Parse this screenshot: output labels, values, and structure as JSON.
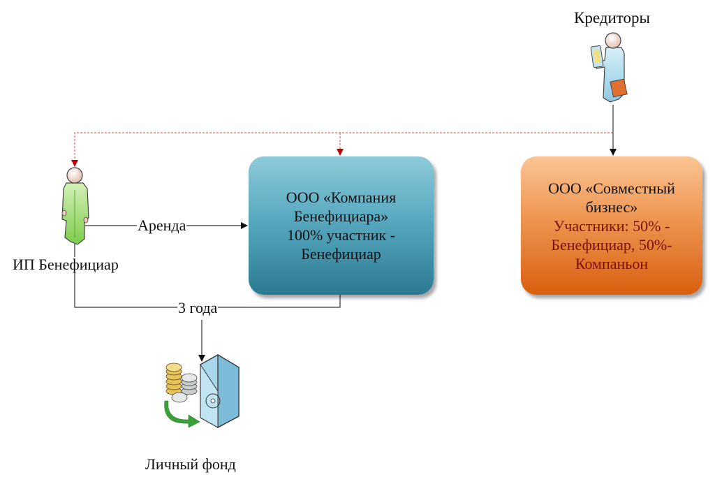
{
  "nodes": {
    "creditors": {
      "label": "Кредиторы",
      "icon": "businessman-person-icon"
    },
    "ip_beneficiary": {
      "label": "ИП Бенефициар",
      "icon": "person-icon"
    },
    "company": {
      "lines": [
        "ООО «Компания",
        "Бенефициара»",
        "100% участник -",
        "Бенефициар"
      ]
    },
    "joint_business": {
      "title_lines": [
        "ООО «Совместный",
        "бизнес»"
      ],
      "detail_lines": [
        "Участники: 50% -",
        "Бенефициар, 50%-",
        "Компаньон"
      ]
    },
    "personal_fund": {
      "label": "Личный фонд",
      "icon": "safe-with-coins-icon"
    }
  },
  "edges": {
    "rent": {
      "label": "Аренда"
    },
    "three_years": {
      "label": "3 года"
    }
  },
  "colors": {
    "company_box": "#58a9c0",
    "joint_box": "#ee9550",
    "joint_detail_text": "#7a0f05",
    "dashed_line": "#e05050",
    "dashed_arrow": "#c00000",
    "solid_line": "#333333"
  }
}
